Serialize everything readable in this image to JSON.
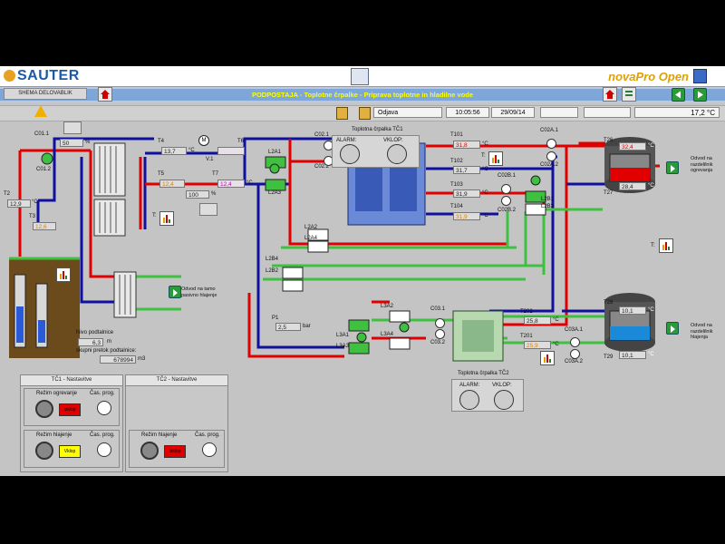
{
  "header": {
    "logo": "SAUTER",
    "brand": "novaPro Open"
  },
  "toolbar": {
    "nav_button": "SHEMA DELOVABLIK",
    "title": "PODPOSTAJA - Toplotne črpalke - Priprava toplotne in hladilne vode"
  },
  "status": {
    "state": "Odjava",
    "time": "10:05:56",
    "date": "29/09/14",
    "temperature": "17,2",
    "temperature_unit": "°C"
  },
  "colors": {
    "hot": "#e00000",
    "cold": "#1010a0",
    "green": "#40c040",
    "background": "#c4c4c4",
    "title_bg": "#7ea6d8",
    "title_text": "#ffff00"
  },
  "well": {
    "c01_1": "C01.1",
    "c01_2": "C01.2",
    "valve_pct": "50",
    "pct_unit": "%",
    "t2_label": "T2",
    "t2": "12,9",
    "t3_label": "T3",
    "t3": "12,6",
    "deg": "°C"
  },
  "mid": {
    "t4_label": "T4",
    "t4": "13,7",
    "t5_label": "T5",
    "t5": "12,4",
    "t6_label": "T6",
    "t6": "",
    "t7_label": "T7",
    "t7": "12,4",
    "m_label": "M",
    "v1_label": "V.1",
    "valve2_pct": "100",
    "deg": "°C",
    "pct_unit": "%"
  },
  "valves": {
    "l2a1": "L2A1",
    "l2a3": "L2A3",
    "l2a2": "L2A2",
    "l2a4": "L2A4",
    "l2b2": "L2B2",
    "l2b4": "L2B4",
    "c02_1": "C02.1",
    "c02_2": "C02.2",
    "l3a1": "L3A1",
    "l3a3": "L3A3",
    "l3a2": "L3A2",
    "l3a4": "L3A4",
    "c03_1": "C03.1",
    "c03_2": "C03.2",
    "c02a_1": "C02A.1",
    "c02a_2": "C02A.2",
    "c02b_1": "C02B.1",
    "c02b_2": "C02B.2",
    "c03a_1": "C03A.1",
    "c03a_2": "C03A.2",
    "l2b1": "L2B1",
    "l2b3": "L2B3"
  },
  "hp1": {
    "title": "Toplotna črpalka TČ1",
    "alarm": "ALARM:",
    "vklop": "VKLOP:",
    "t101_label": "T101",
    "t101": "31,8",
    "t102_label": "T102",
    "t102": "31,7",
    "t103_label": "T103",
    "t103": "31,9",
    "t104_label": "T104",
    "t104": "31,9",
    "deg": "°C",
    "t_label": "T:"
  },
  "hp2": {
    "title": "Toplotna črpalka TČ2",
    "alarm": "ALARM:",
    "vklop": "VKLOP:",
    "t202_label": "T202",
    "t202": "25,8",
    "t201_label": "T201",
    "t201": "25,9",
    "deg": "°C"
  },
  "pressure": {
    "label": "P1",
    "value": "2,5",
    "unit": "bar"
  },
  "tanks": {
    "t26_label": "T26",
    "t26": "32,4",
    "t27_label": "T27",
    "t27": "28,4",
    "t28_label": "T28",
    "t28": "10,1",
    "t29_label": "T29",
    "t29": "10,1",
    "deg": "°C",
    "out_heat": "Odvod na razdelilnik ogrevanja",
    "out_cool": "Odvod na razdelilnik hlajenja",
    "t_label": "T:"
  },
  "drain": {
    "label": "Odvod na tamo pasivno hlajenje",
    "level_label": "Nivo podtalnice",
    "level": "6,3",
    "level_unit": "m",
    "flow_label": "skupni pretok podtalnice:",
    "flow": "678994",
    "flow_unit": "m3"
  },
  "panels": {
    "tc1": "TČ1 - Nastavitve",
    "tc2": "TČ2 - Nastavitve",
    "mode_heat": "Režim ogrevanje",
    "mode_cool": "Režim hlajenje",
    "time_prog": "Čas. prog.",
    "btn_red": "Izklop",
    "btn_yel": "Vklop"
  }
}
